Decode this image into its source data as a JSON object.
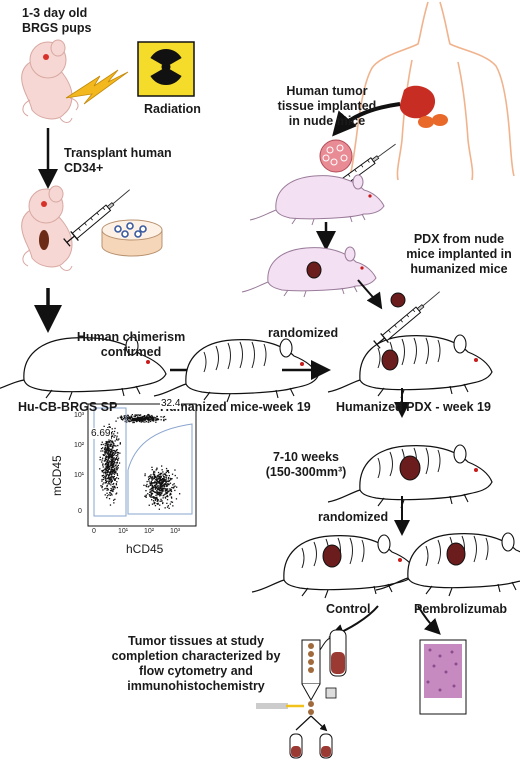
{
  "labels": {
    "pups": "1-3 day old\nBRGS pups",
    "radiation": "Radiation",
    "transplant": "Transplant human\nCD34+",
    "human_tumor": "Human tumor\ntissue implanted\nin nude mice",
    "pdx_from_nude": "PDX from nude\nmice implanted in\nhumanized mice",
    "chimerism": "Human chimerism\nconfirmed",
    "randomized_top": "randomized",
    "hu_cb": "Hu-CB-BRGS SP",
    "humanized_mice": "Humanized mice-week 19",
    "humanized_pdx": "Humanized PDX - week 19",
    "weeks": "7-10 weeks\n(150-300mm³)",
    "randomized_mid": "randomized",
    "control": "Control",
    "pembrolizumab": "Pembrolizumab",
    "tumor_tissues": "Tumor tissues at study\ncompletion characterized by\nflow cytometry and\nimmunohistochemistry"
  },
  "flow_plot": {
    "y_axis_label": "mCD45",
    "x_axis_label": "hCD45",
    "gate_left_value": "6.69",
    "gate_right_value": "32.4",
    "x_ticks": [
      "0",
      "10¹",
      "10²",
      "10³"
    ],
    "y_ticks": [
      "10³",
      "10²",
      "10¹",
      "0"
    ]
  },
  "colors": {
    "pup_skin": "#f6d7d3",
    "mouse_white": "#ffffff",
    "nude_mouse": "#f3e0f2",
    "tumor": "#6b1c1c",
    "bolt": "#f2b81e",
    "radiation_bg": "#f5dc2a",
    "human_body_outline": "#f0b38d",
    "organ_red": "#c72d22",
    "organ_orange": "#e9692a",
    "tumor_tissue": "#e88b94",
    "arrow": "#111111"
  }
}
